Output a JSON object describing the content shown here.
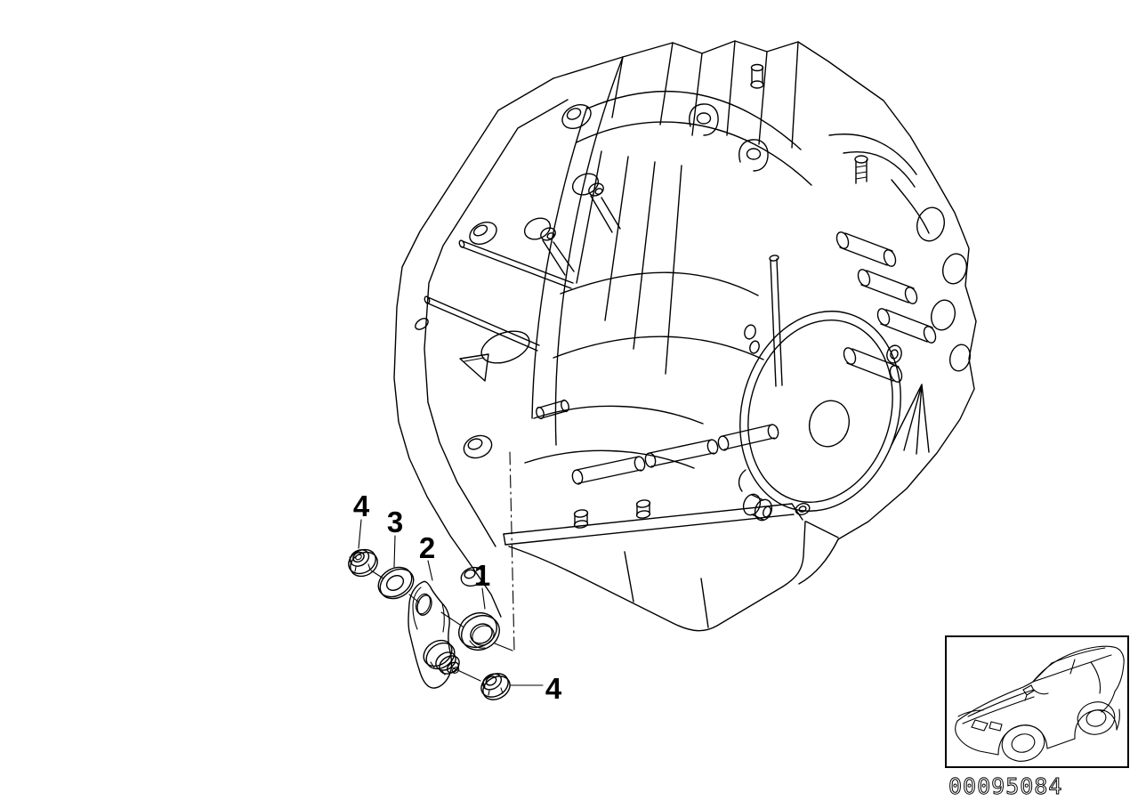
{
  "page": {
    "background_color": "#ffffff",
    "line_color": "#000000"
  },
  "diagram": {
    "callouts": [
      {
        "label": "4"
      },
      {
        "label": "3"
      },
      {
        "label": "2"
      },
      {
        "label": "1"
      },
      {
        "label": "4"
      }
    ]
  },
  "thumbnail": {
    "diagram_number": "00095084"
  }
}
